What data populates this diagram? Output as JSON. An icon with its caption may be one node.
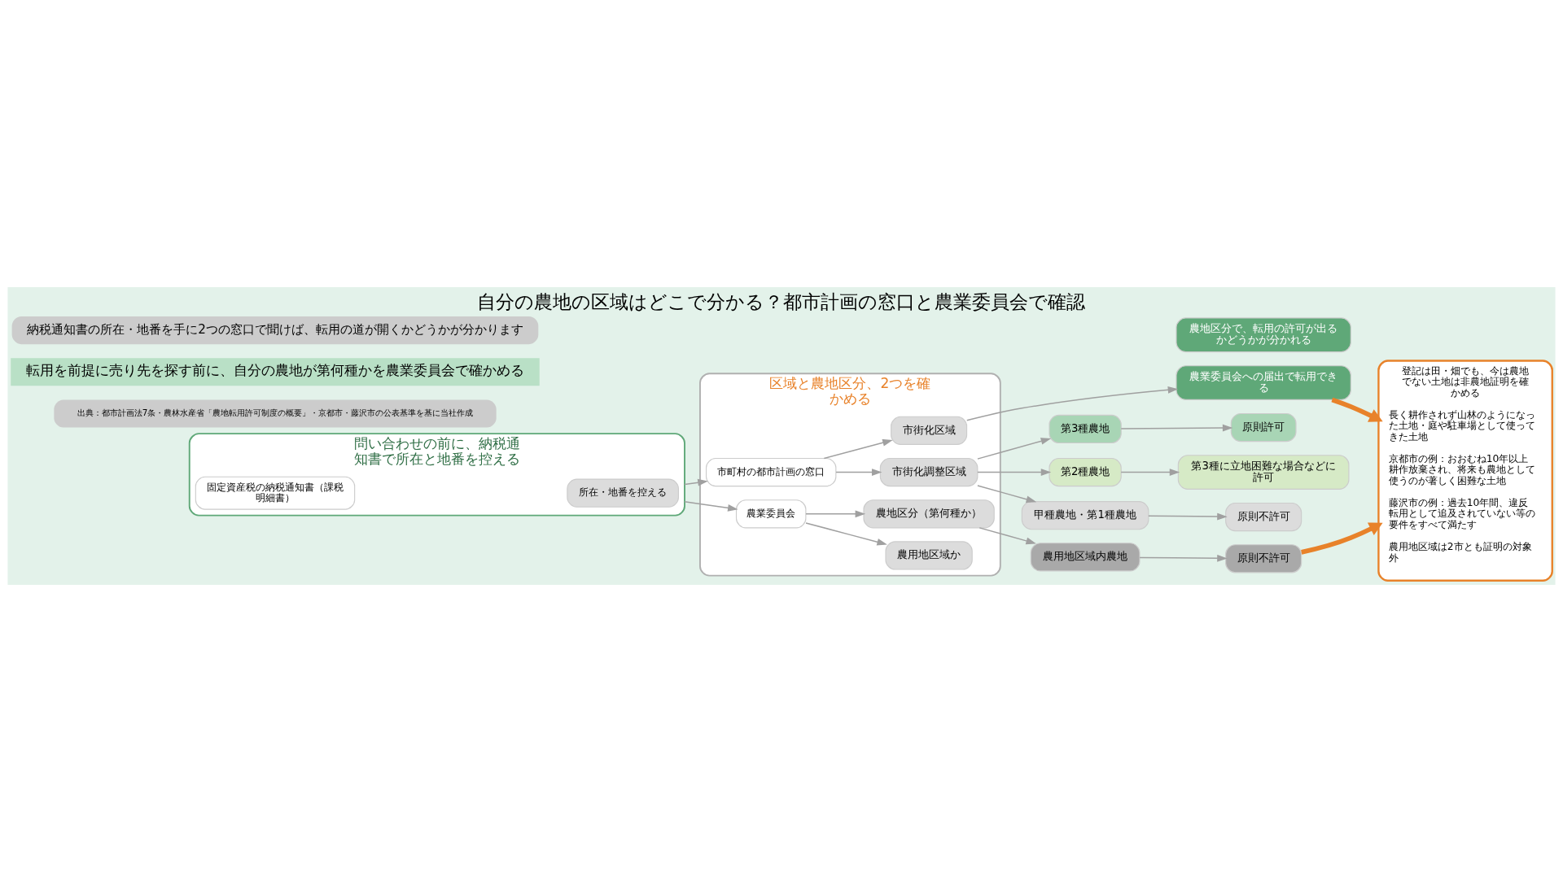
{
  "diagram": {
    "title": "自分の農地の区域はどこで分かる？都市計画の窓口と農業委員会で確認",
    "nodes": [
      {
        "text": [
          "問い合わせの前に、納税通知書で所在と地番を控える"
        ]
      },
      {
        "text": [
          "固定資産税の納税通知書（課税明細書）"
        ],
        "in": 0
      },
      {
        "text": [
          "所在・地番を控える"
        ],
        "in": 0
      },
      {
        "text": [
          "区域と農地区分、2つを確かめる"
        ]
      },
      {
        "text": [
          "市町村の都市計画の窓口"
        ],
        "in": 3
      },
      {
        "text": [
          "農業委員会"
        ],
        "in": 3
      },
      {
        "text": [
          "市街化区域"
        ],
        "in": 3
      },
      {
        "text": [
          "市街化調整区域"
        ],
        "in": 3
      },
      {
        "text": [
          "農用地区域か"
        ],
        "in": 3
      },
      {
        "text": [
          "農地区分（第何種か）"
        ],
        "in": 3
      },
      {
        "text": [
          "農地区分で、転用の許可が出るかどうかが分かれる"
        ]
      },
      {
        "text": [
          "農業委員会への届出で転用できる"
        ]
      },
      {
        "text": [
          "第3種農地"
        ]
      },
      {
        "text": [
          "原則許可"
        ]
      },
      {
        "text": [
          "第2種農地"
        ]
      },
      {
        "text": [
          "第3種に立地困難な場合などに許可"
        ]
      },
      {
        "text": [
          "甲種農地・第1種農地"
        ]
      },
      {
        "text": [
          "原則不許可"
        ]
      },
      {
        "text": [
          "農用地区域内農地"
        ]
      },
      {
        "text": [
          "原則不許可"
        ]
      },
      {
        "text": [
          "登記は田・畑でも、今は農地でない土地は非農地証明を確かめる",
          "長く耕作されず山林のようになった土地・庭や駐車場として使ってきた土地",
          "京都市の例：おおむね10年以上耕作放棄され、将来も農地として使うのが著しく困難な土地",
          "藤沢市の例：過去10年間、違反転用として追及されていない等の要件をすべて満たす",
          "農用地区域は2市とも証明の対象外"
        ]
      }
    ],
    "edges": [
      {
        "from": 0,
        "to": 4,
        "arrow": "to"
      },
      {
        "from": 0,
        "to": 5,
        "arrow": "to"
      },
      {
        "from": 4,
        "to": 6,
        "arrow": "to"
      },
      {
        "from": 4,
        "to": 7,
        "arrow": "to"
      },
      {
        "from": 5,
        "to": 8,
        "arrow": "to"
      },
      {
        "from": 5,
        "to": 9,
        "arrow": "to"
      },
      {
        "from": 6,
        "to": 11,
        "arrow": "to"
      },
      {
        "from": 7,
        "to": 12,
        "arrow": "to"
      },
      {
        "from": 7,
        "to": 14,
        "arrow": "to"
      },
      {
        "from": 7,
        "to": 16,
        "arrow": "to"
      },
      {
        "from": 9,
        "to": 18,
        "arrow": "to"
      },
      {
        "from": 12,
        "to": 13,
        "arrow": "to"
      },
      {
        "from": 14,
        "to": 15,
        "arrow": "to"
      },
      {
        "from": 16,
        "to": 17,
        "arrow": "to"
      },
      {
        "from": 18,
        "to": 19,
        "arrow": "to"
      },
      {
        "from": 11,
        "to": 20,
        "arrow": "to",
        "style": "thick",
        "color": "#e8822a"
      },
      {
        "from": 19,
        "to": 20,
        "arrow": "to",
        "style": "thick",
        "color": "#e8822a"
      }
    ],
    "labels": [
      "納税通知書の所在・地番を手に2つの窓口で聞けば、転用の道が開くかどうかが分かります",
      "転用を前提に売り先を探す前に、自分の農地が第何種かを農業委員会で確かめる",
      "出典：都市計画法7条・農林水産省「農地転用許可制度の概要」・京都市・藤沢市の公表基準を基に当社作成"
    ]
  }
}
